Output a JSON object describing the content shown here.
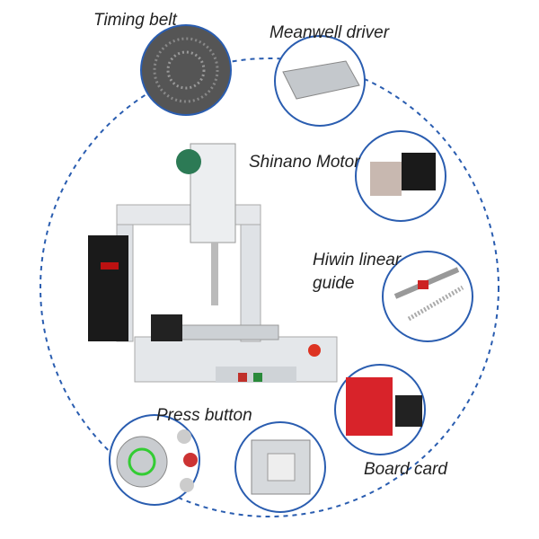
{
  "labels": {
    "timing_belt": "Timing belt",
    "meanwell_driver": "Meanwell driver",
    "shinano_motor": "Shinano Motor",
    "hiwin_line1": "Hiwin linear",
    "hiwin_line2": "guide",
    "press_button": "Press button",
    "board_card": "Board card"
  },
  "colors": {
    "dashed_arc": "#2a5db0",
    "circle_border": "#2a5db0",
    "board_card": "#d8232a",
    "machine": "#d9dde2"
  }
}
